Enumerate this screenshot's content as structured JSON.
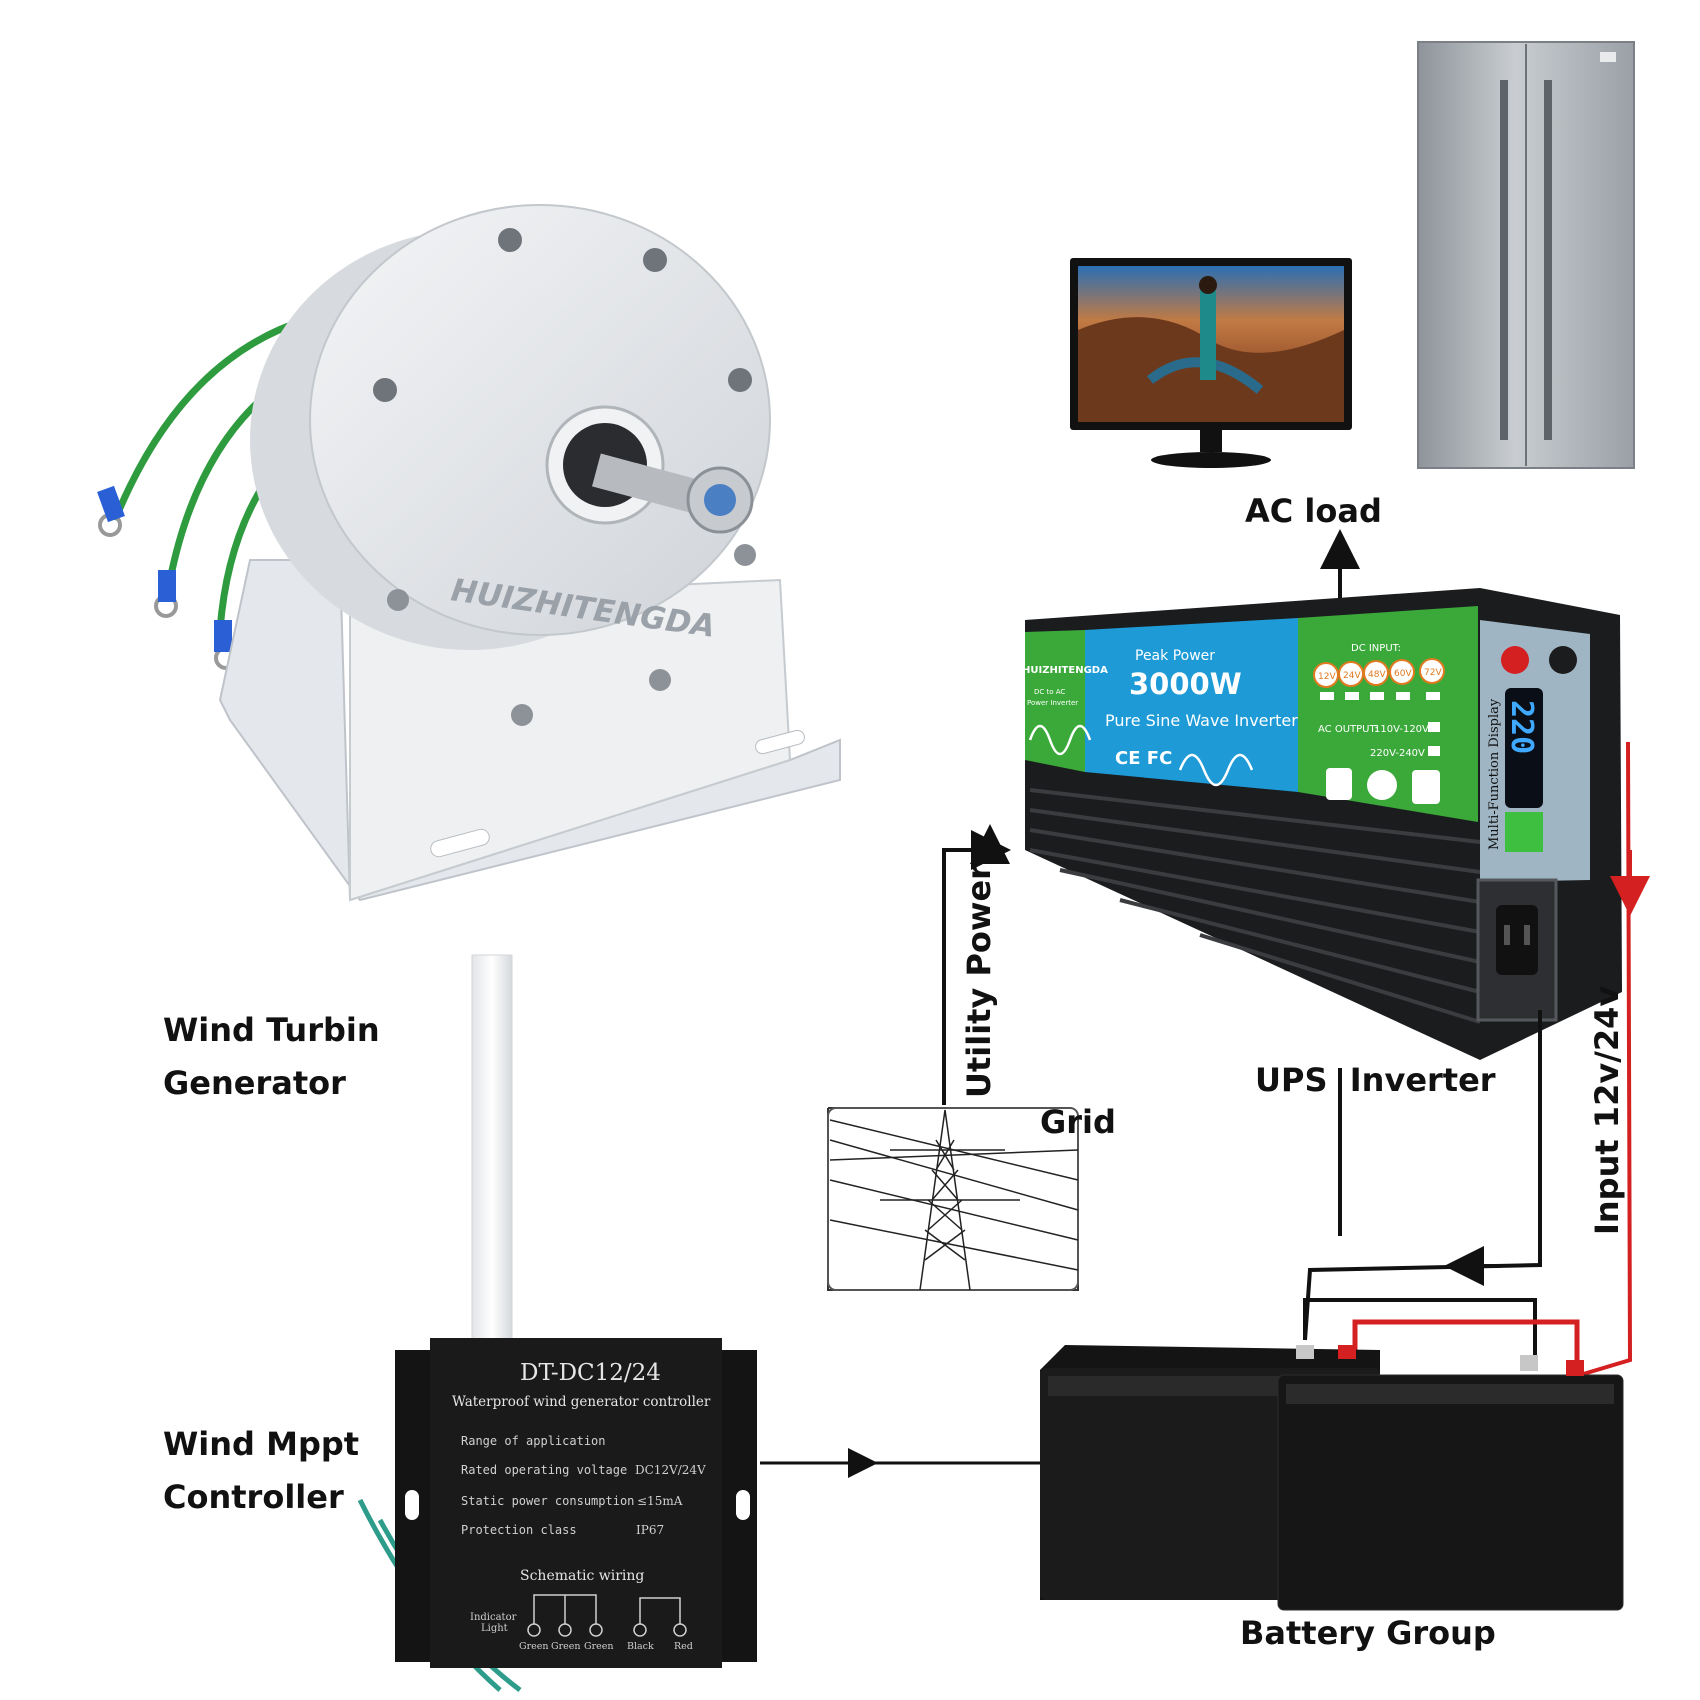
{
  "labels": {
    "ac_load": "AC load",
    "wind_turbine_line1": "Wind Turbin",
    "wind_turbine_line2": "Generator",
    "utility_power": "Utility Power",
    "grid": "Grid",
    "ups_inverter": "UPS  Inverter",
    "input_voltage": "Input 12v/24v",
    "wind_mppt_line1": "Wind Mppt",
    "wind_mppt_line2": "Controller",
    "battery_group": "Battery Group"
  },
  "generator": {
    "brand": "HUIZHITENGDA"
  },
  "inverter": {
    "brand": "HUIZHITENGDA",
    "subtitle_line1": "DC to AC",
    "subtitle_line2": "Power Inverter",
    "peak_label": "Peak Power",
    "power": "3000W",
    "type": "Pure Sine Wave Inverter",
    "cert": "CE FC",
    "dc_input_label": "DC INPUT:",
    "dc_voltages": [
      "12V",
      "24V",
      "48V",
      "60V",
      "72V"
    ],
    "ac_output_label": "AC OUTPUT:",
    "ac_range_1": "110V-120V",
    "ac_range_2": "220V-240V",
    "display_label": "Multi-Function Display",
    "display_value": "220"
  },
  "controller": {
    "model": "DT-DC12/24",
    "title": "Waterproof wind generator controller",
    "specs": [
      {
        "name": "Range of application",
        "value": ""
      },
      {
        "name": "Rated operating voltage",
        "value": "DC12V/24V"
      },
      {
        "name": "Static power consumption",
        "value": "≤15mA"
      },
      {
        "name": "Protection class",
        "value": "IP67"
      }
    ],
    "wiring_title": "Schematic wiring",
    "indicator_label_1": "Indicator",
    "indicator_label_2": "Light",
    "terminals": [
      "Green",
      "Green",
      "Green",
      "Black",
      "Red"
    ]
  },
  "colors": {
    "inverter_green": "#3aa93a",
    "inverter_blue": "#1e9bd7",
    "wire_red": "#d42020",
    "wire_green": "#2e9c3e"
  }
}
